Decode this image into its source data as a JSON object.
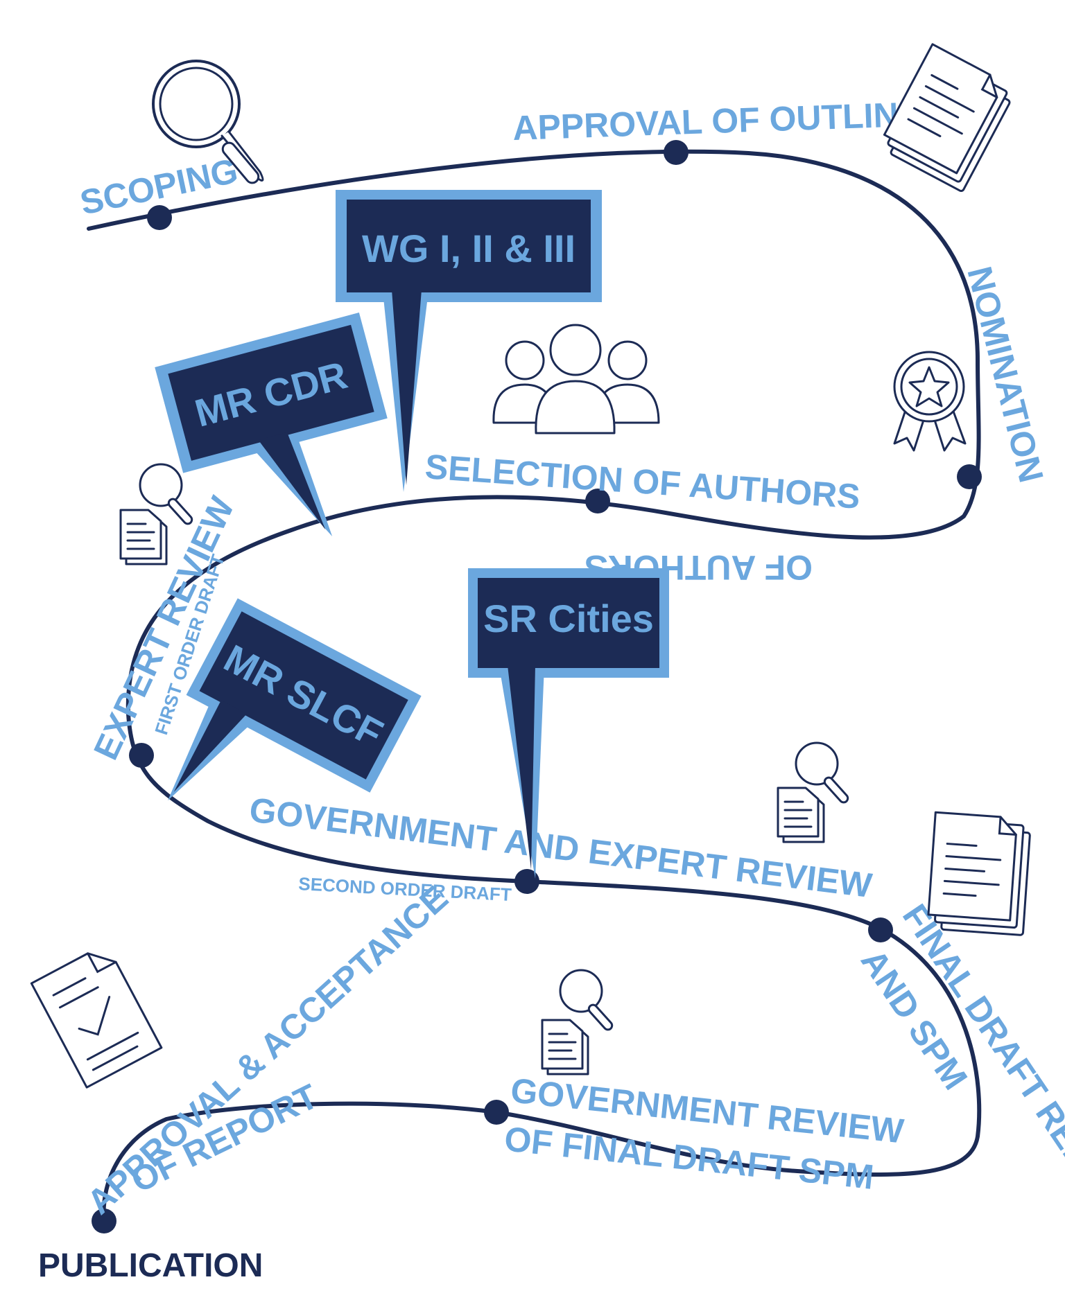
{
  "colors": {
    "path": "#1c2b55",
    "accent": "#6ba7de",
    "background": "#ffffff"
  },
  "stages": {
    "scoping": "SCOPING",
    "approval_of_outline": "APPROVAL OF OUTLINE",
    "nomination_of_authors_line1": "NOMINATION",
    "nomination_of_authors_line2": "OF AUTHORS",
    "selection_of_authors": "SELECTION OF AUTHORS",
    "expert_review": "EXPERT REVIEW",
    "first_order_draft": "FIRST ORDER DRAFT",
    "government_and_expert_review": "GOVERNMENT AND EXPERT REVIEW",
    "second_order_draft": "SECOND ORDER DRAFT",
    "final_draft_report": "FINAL DRAFT REPORT",
    "and_spm": "AND SPM",
    "government_review_line1": "GOVERNMENT REVIEW",
    "government_review_line2": "OF FINAL DRAFT SPM",
    "approval_acceptance_line1": "APPROVAL & ACCEPTANCE",
    "approval_acceptance_line2": "OF REPORT",
    "publication": "PUBLICATION"
  },
  "pins": {
    "wg": "WG I, II & III",
    "mr_cdr": "MR CDR",
    "sr_cities": "SR Cities",
    "mr_slcf": "MR SLCF"
  },
  "icons": [
    "magnifier-icon",
    "documents-icon",
    "award-ribbon-icon",
    "people-group-icon",
    "document-search-icon",
    "document-checkmark-icon"
  ]
}
